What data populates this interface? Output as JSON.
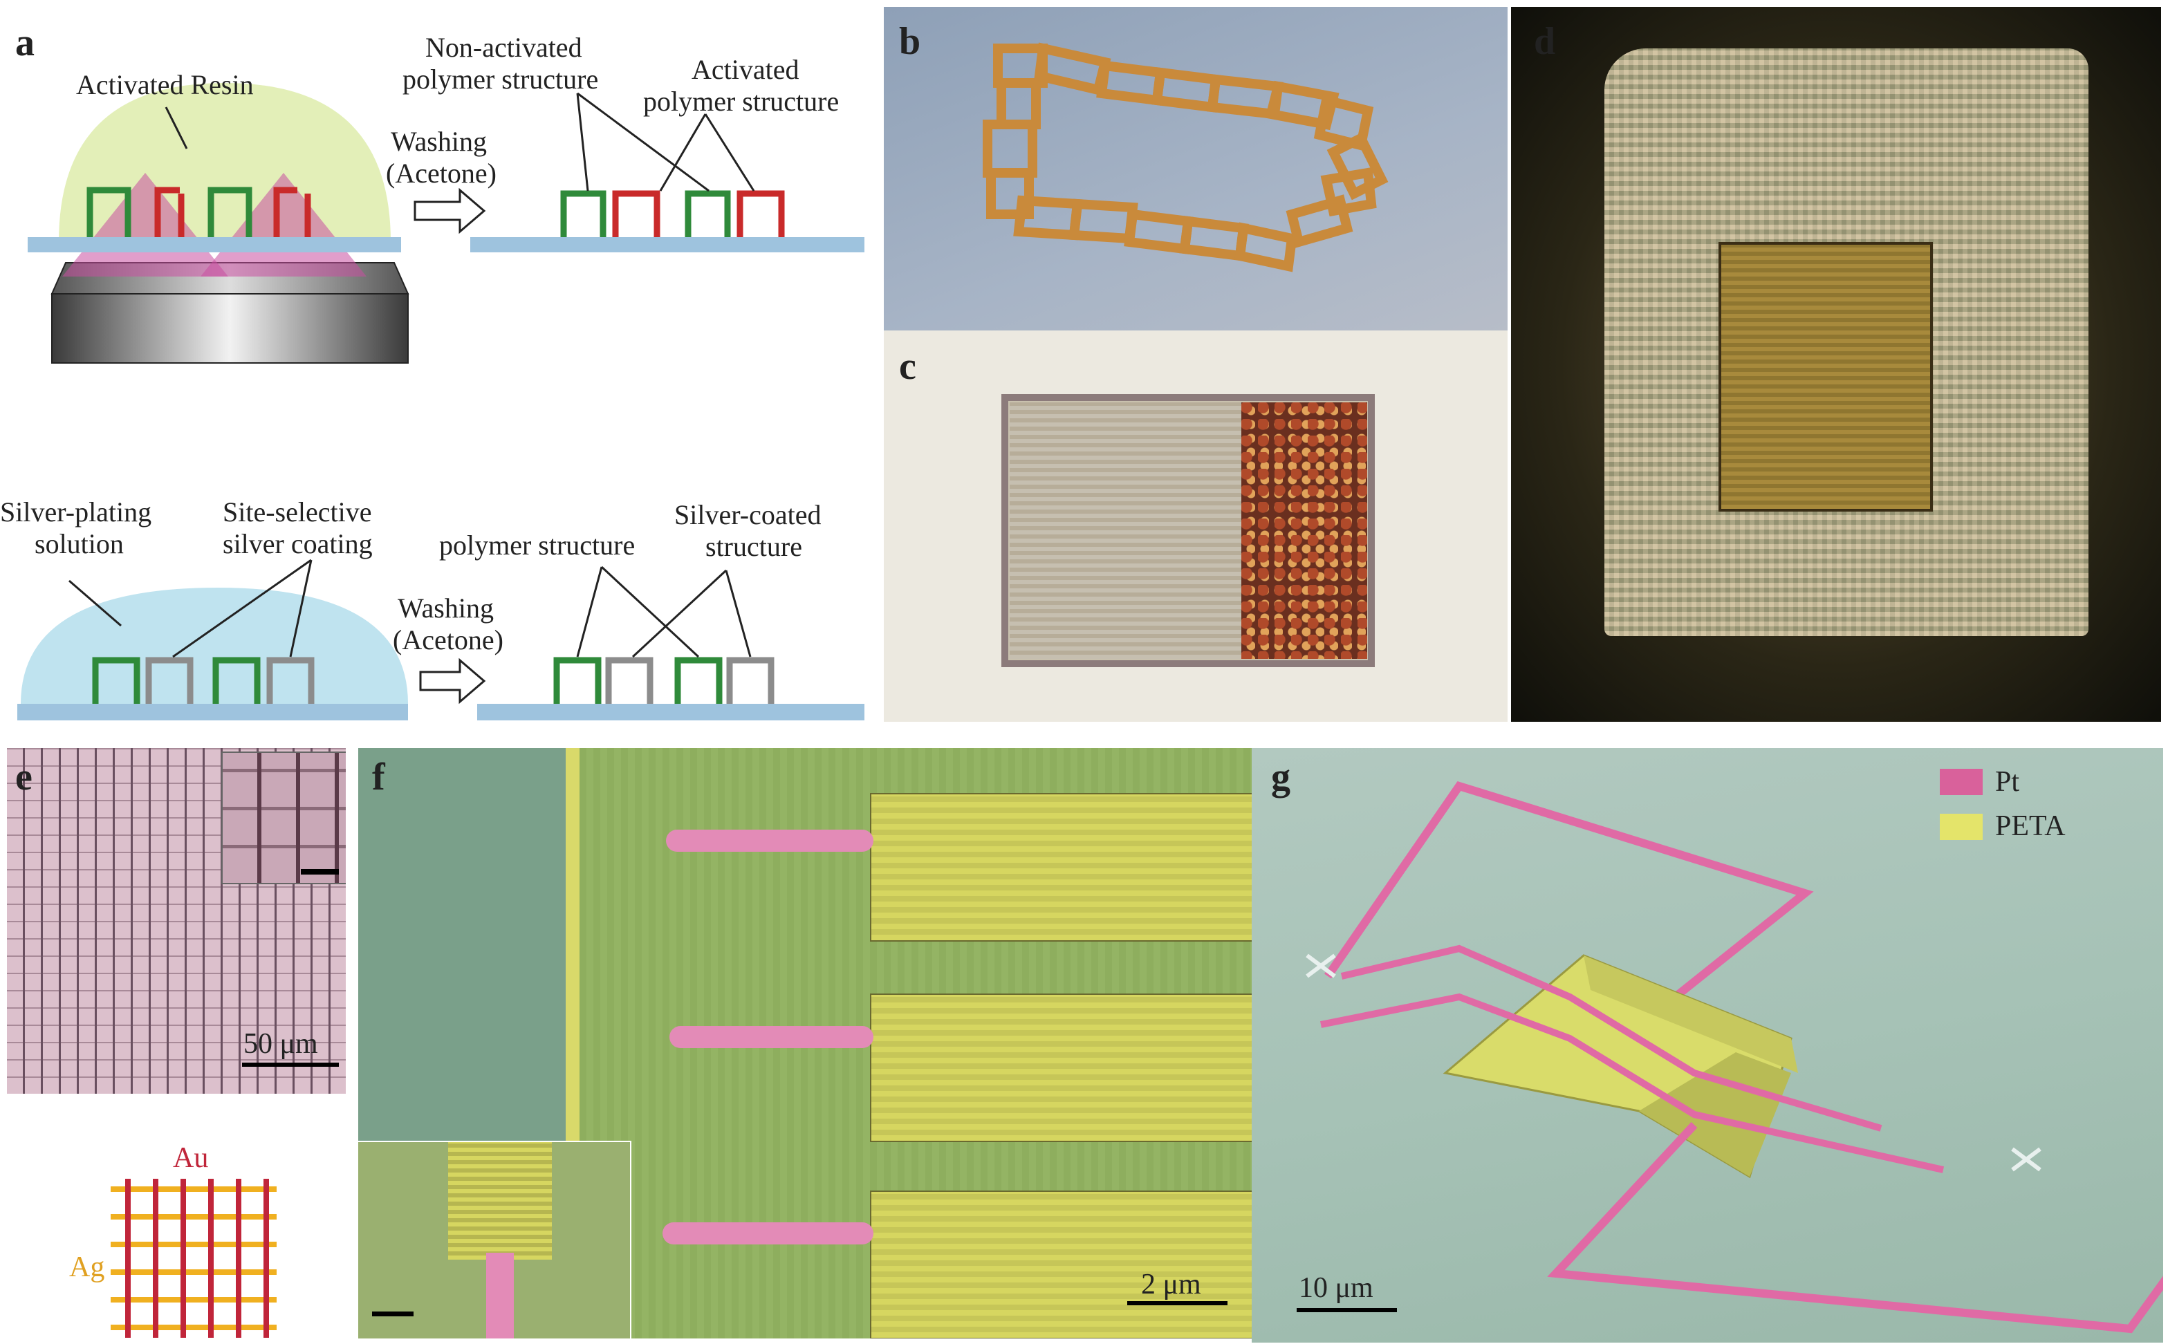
{
  "panel_a": {
    "label": "a",
    "top": {
      "resin": "Activated Resin",
      "washing_1": "Washing",
      "washing_2": "(Acetone)",
      "nonact_1": "Non-activated",
      "nonact_2": "polymer structure",
      "act_1": "Activated",
      "act_2": "polymer structure"
    },
    "bottom": {
      "plating_1": "Silver-plating",
      "plating_2": "solution",
      "site_1": "Site-selective",
      "site_2": "silver coating",
      "washing_1": "Washing",
      "washing_2": "(Acetone)",
      "polymer": "polymer structure",
      "coated_1": "Silver-coated",
      "coated_2": "structure"
    }
  },
  "panel_b": {
    "label": "b"
  },
  "panel_c": {
    "label": "c"
  },
  "panel_d": {
    "label": "d"
  },
  "panel_e": {
    "label": "e",
    "scale": "50 μm",
    "au": "Au",
    "ag": "Ag"
  },
  "panel_f": {
    "label": "f",
    "scale": "2 μm"
  },
  "panel_g": {
    "label": "g",
    "legend_pt": "Pt",
    "legend_peta": "PETA",
    "scale": "10 μm"
  },
  "colors": {
    "green": "#2f8a3a",
    "red": "#c92a2a",
    "gray": "#8c8c8c",
    "substrate": "#9ec3de",
    "resin": "#e3efb8",
    "plating": "#bfe3ef",
    "pink": "#d9619b",
    "yellow": "#e4e46a"
  }
}
